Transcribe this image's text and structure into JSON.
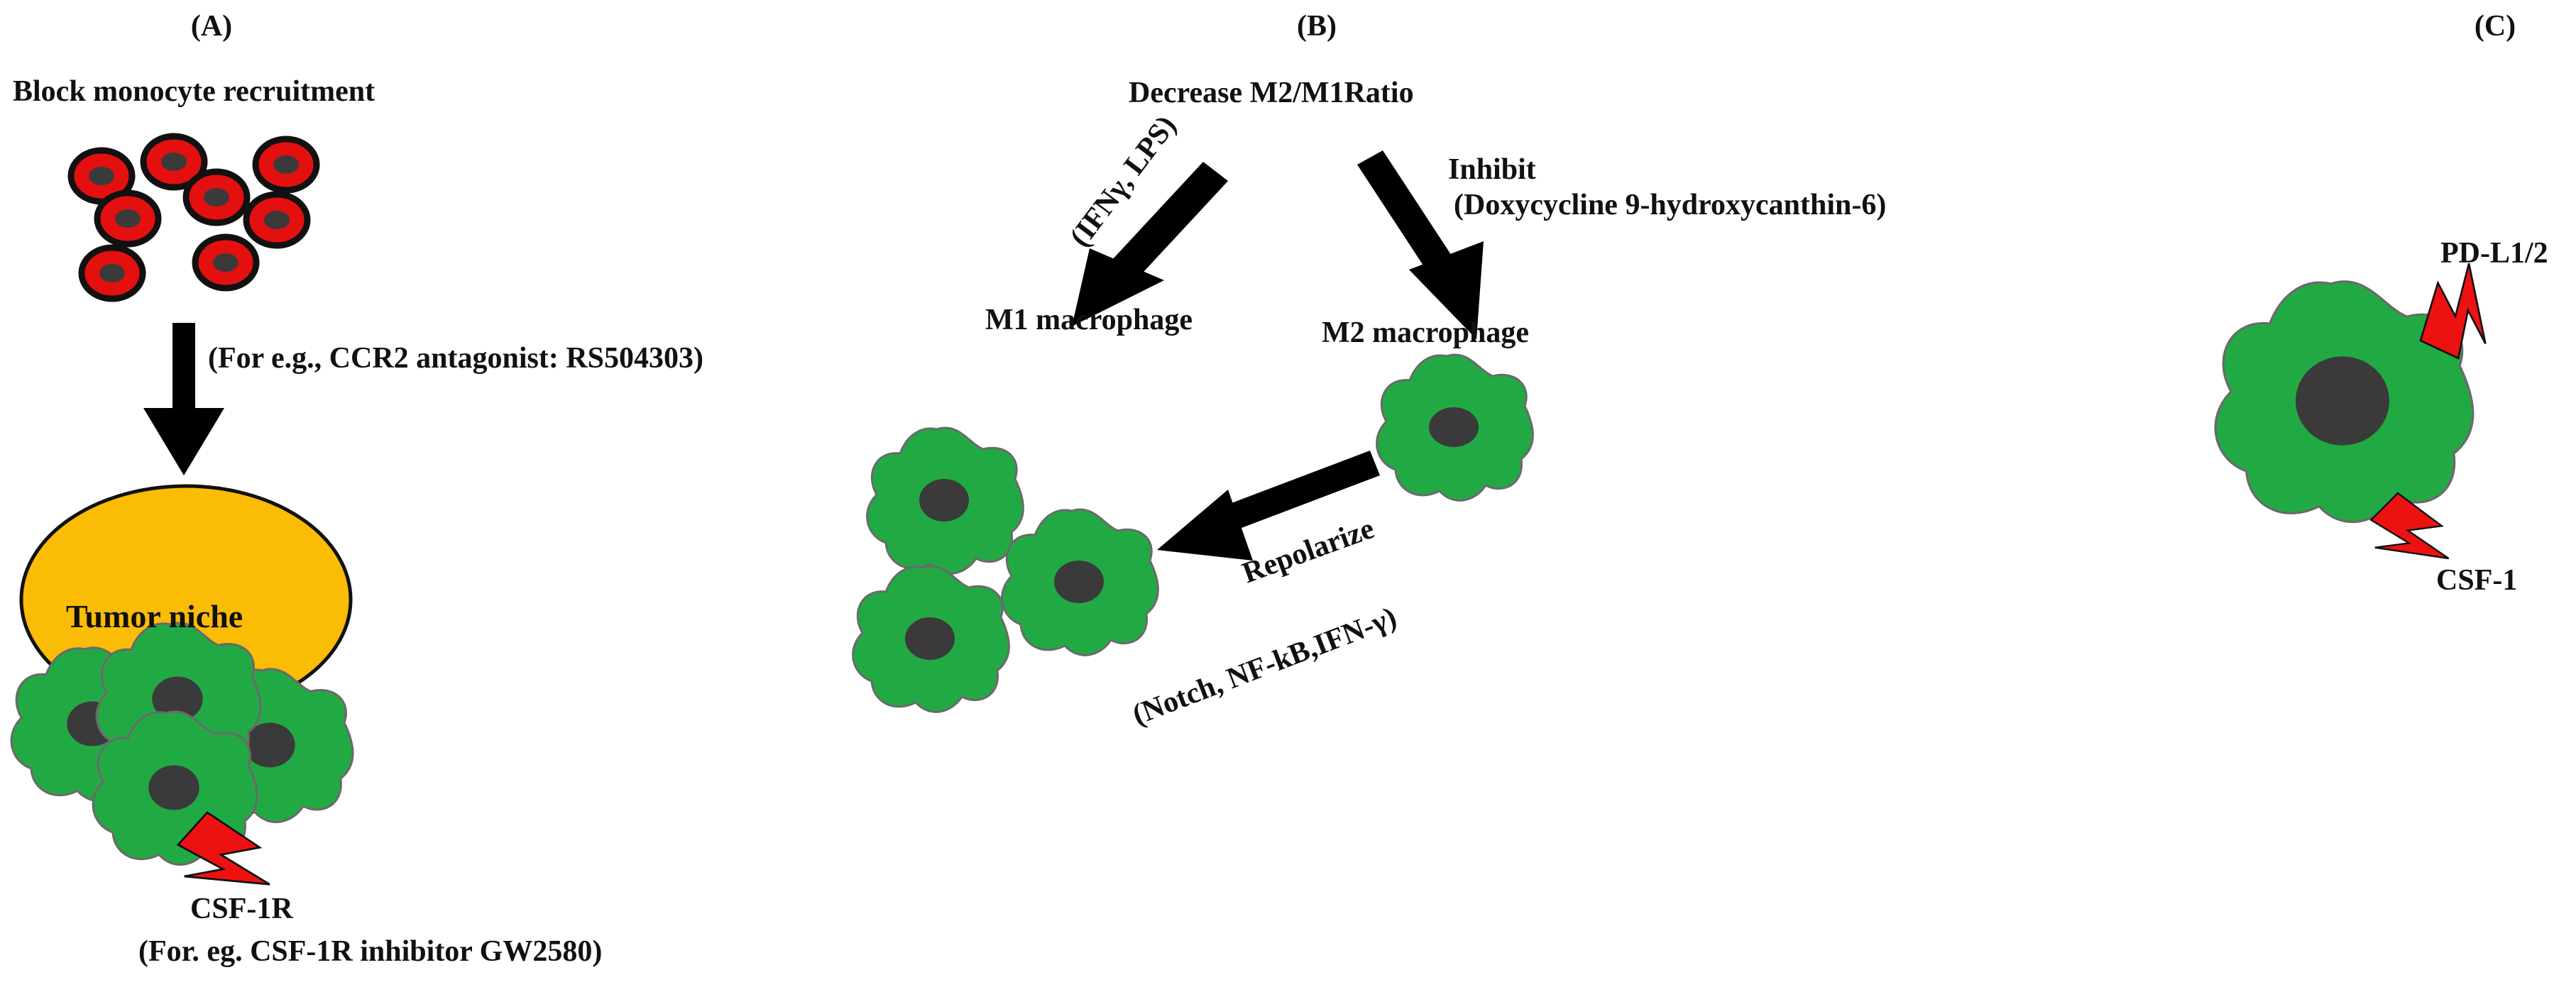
{
  "panels": {
    "a": {
      "label": "(A)",
      "title": "Block monocyte recruitment",
      "arrow_note": "(For e.g., CCR2 antagonist: RS504303)",
      "niche_label": "Tumor niche",
      "receptor_label": "CSF-1R",
      "inhibitor_note": "(For. eg. CSF-1R inhibitor GW2580)"
    },
    "b": {
      "label": "(B)",
      "title": "Decrease M2/M1Ratio",
      "m1_stimulus": "(IFNγ, LPS)",
      "inhibit_label": "Inhibit",
      "inhibit_agents": "(Doxycycline 9-hydroxycanthin-6)",
      "m1_label": "M1 macrophage",
      "m2_label": "M2 macrophage",
      "repolarize_label": "Repolarize",
      "pathways": "(Notch, NF-kB,IFN-γ)"
    },
    "c": {
      "label": "(C)",
      "ligand_label": "PD-L1/2",
      "csf_label": "CSF-1"
    }
  },
  "colors": {
    "cell_green": "#21aa44",
    "nucleus": "#3a3a3a",
    "monocyte_red": "#e41010",
    "niche_orange": "#fbbc05",
    "bolt_red": "#ee1111",
    "arrow": "#000000"
  }
}
